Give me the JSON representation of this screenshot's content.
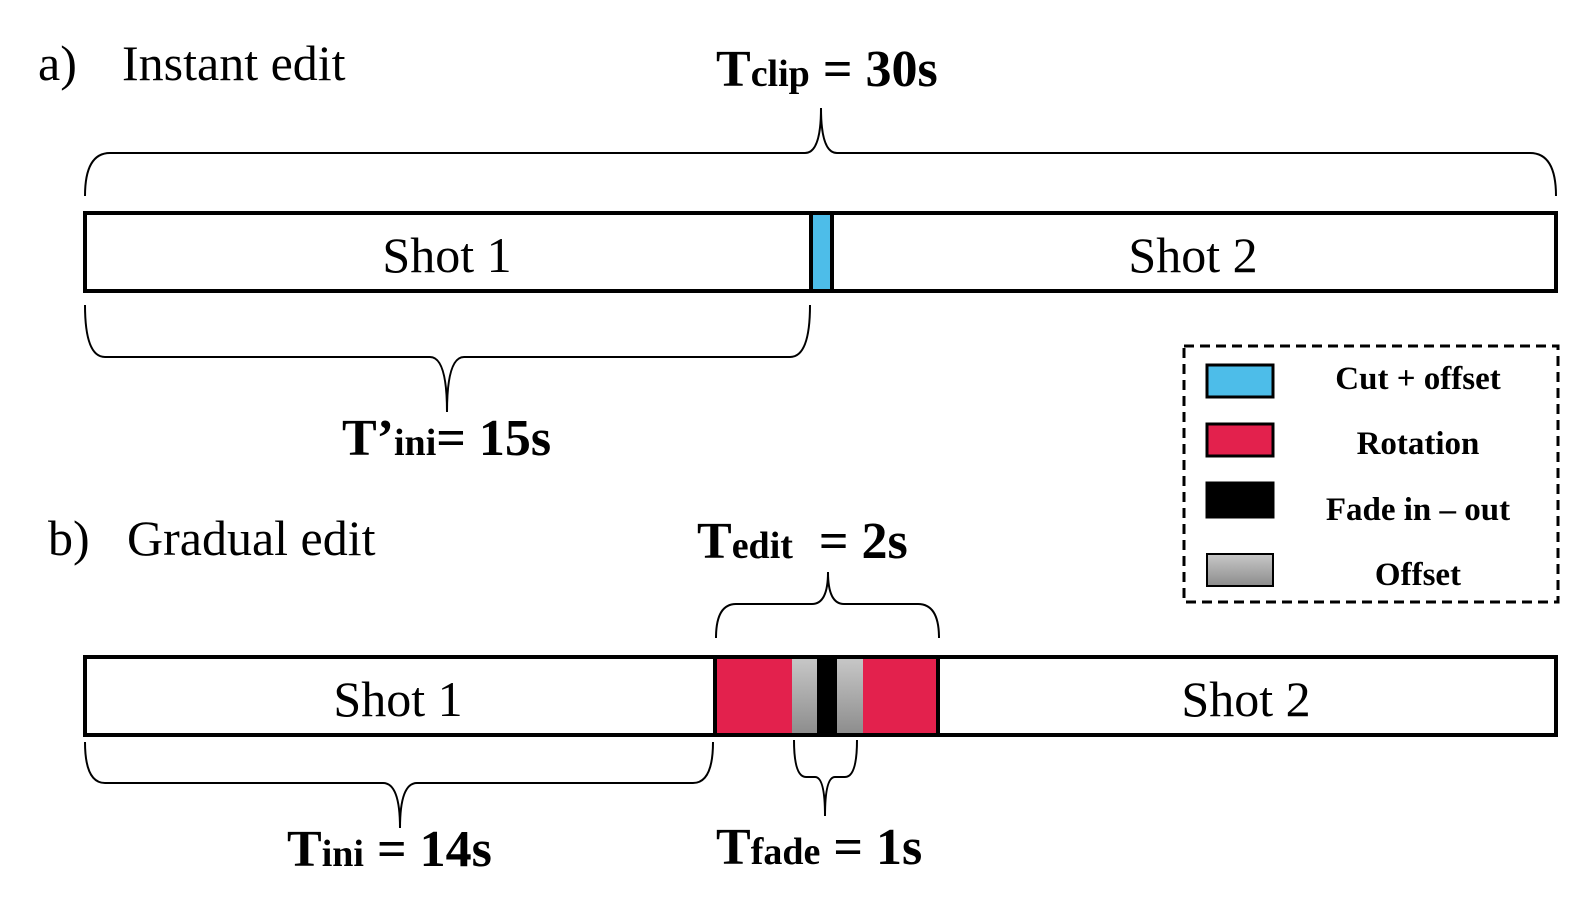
{
  "panel_a": {
    "letter": "a)",
    "title": "Instant edit",
    "shot1": "Shot 1",
    "shot2": "Shot 2",
    "t_clip": {
      "main": "T",
      "sub": "clip",
      "rest": " = 30s"
    },
    "t_ini": {
      "main": "T’",
      "sub": "ini",
      "rest": "= 15s"
    }
  },
  "panel_b": {
    "letter": "b)",
    "title": "Gradual edit",
    "shot1": "Shot 1",
    "shot2": "Shot 2",
    "t_edit": {
      "main": "T",
      "sub": "edit",
      "rest": "  = 2s"
    },
    "t_ini": {
      "main": "T",
      "sub": "ini",
      "rest": " = 14s"
    },
    "t_fade": {
      "main": "T",
      "sub": "fade",
      "rest": " = 1s"
    }
  },
  "legend": {
    "items": [
      {
        "label": "Cut + offset",
        "color": "#4dbde9"
      },
      {
        "label": "Rotation",
        "color": "#e3214d"
      },
      {
        "label": "Fade in – out",
        "color": "#000000"
      },
      {
        "label": "Offset",
        "color": "#a6a6a6"
      }
    ]
  },
  "colors": {
    "cut": "#4dbde9",
    "rotation": "#e3214d",
    "fade": "#000000",
    "offset": "#a6a6a6"
  }
}
